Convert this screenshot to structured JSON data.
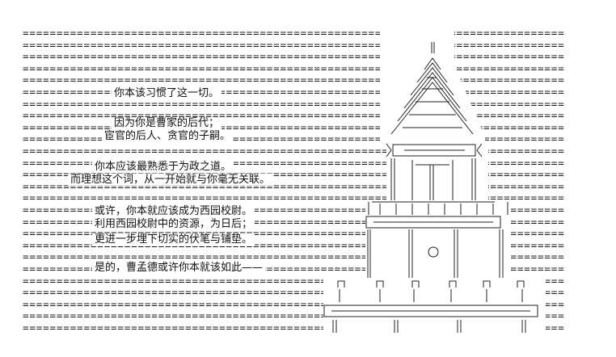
{
  "colors": {
    "background": "#ffffff",
    "ink": "#111111"
  },
  "captions": [
    "你本该习惯了这一切。",
    "因为你是曹家的后代；",
    "宦官的后人、贪官的子嗣。",
    "你本应该最熟悉于为政之道。",
    "而理想这个词，从一开始就与你毫无关联。",
    "或许，你本就应该成为西园校尉。",
    "利用西园校尉中的资源，为日后；",
    "更进一步埋下切实的伏笔与铺垫。",
    "是的，曹孟德或许你本就该如此——"
  ]
}
